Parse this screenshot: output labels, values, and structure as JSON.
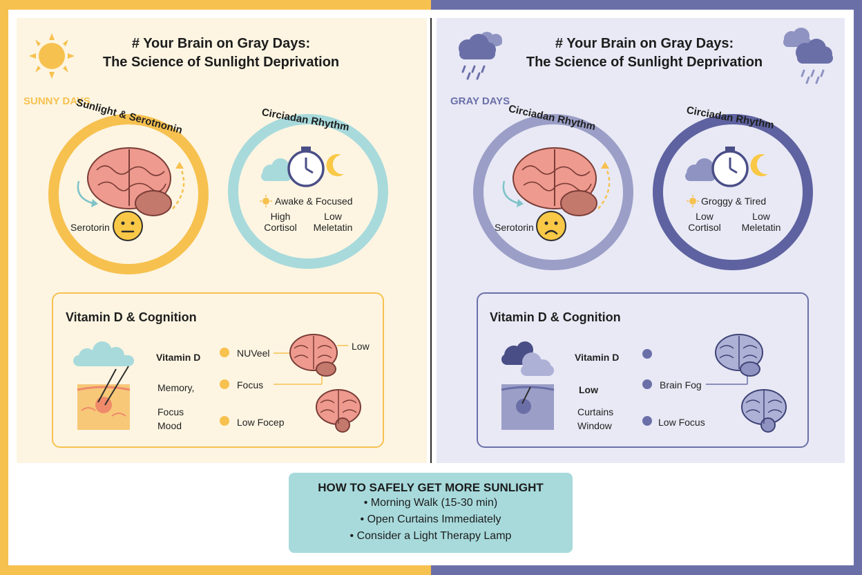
{
  "title_line1": "# Your Brain on Gray Days:",
  "title_line2": "The Science of Sunlight Deprivation",
  "left": {
    "section_label": "SUNNY DAYS",
    "serotonin_ring_title": "Sunlight & Serotnonin",
    "serotonin_label": "Serotorin",
    "circadian_title": "Circiadan Rhythm",
    "circadian_state": "Awake & Focused",
    "hormone1_line1": "High",
    "hormone1_line2": "Cortisol",
    "hormone2_line1": "Low",
    "hormone2_line2": "Meletatin",
    "vitd_title": "Vitamin D & Cognition",
    "vitd_labels": [
      "Vitamin D",
      "Memory,",
      "Focus",
      "Mood"
    ],
    "vitd_items": [
      "NUVeel",
      "Focus",
      "Low Focep"
    ],
    "brain_tag": "Low"
  },
  "right": {
    "section_label": "GRAY DAYS",
    "serotonin_ring_title": "Circiadan Rhythm",
    "serotonin_label": "Serotorin",
    "circadian_title": "Circiadan Rhythm",
    "circadian_state": "Groggy & Tired",
    "hormone1_line1": "Low",
    "hormone1_line2": "Cortisol",
    "hormone2_line1": "Low",
    "hormone2_line2": "Meletatin",
    "vitd_title": "Vitamin D & Cognition",
    "vitd_labels": [
      "Vitamin D",
      "Low",
      "Curtains",
      "Window"
    ],
    "vitd_items": [
      "",
      "Brain Fog",
      "Low Focus"
    ]
  },
  "tips": {
    "title": "HOW TO SAFELY GET MORE SUNLIGHT",
    "items": [
      "• Morning Walk (15-30 min)",
      "• Open Curtains Immediately",
      "• Consider a Light Therapy Lamp"
    ]
  },
  "colors": {
    "sunny": "#f7c14f",
    "gray": "#6b6fa8",
    "teal": "#a8dadc",
    "brain": "#ef9a8f"
  }
}
